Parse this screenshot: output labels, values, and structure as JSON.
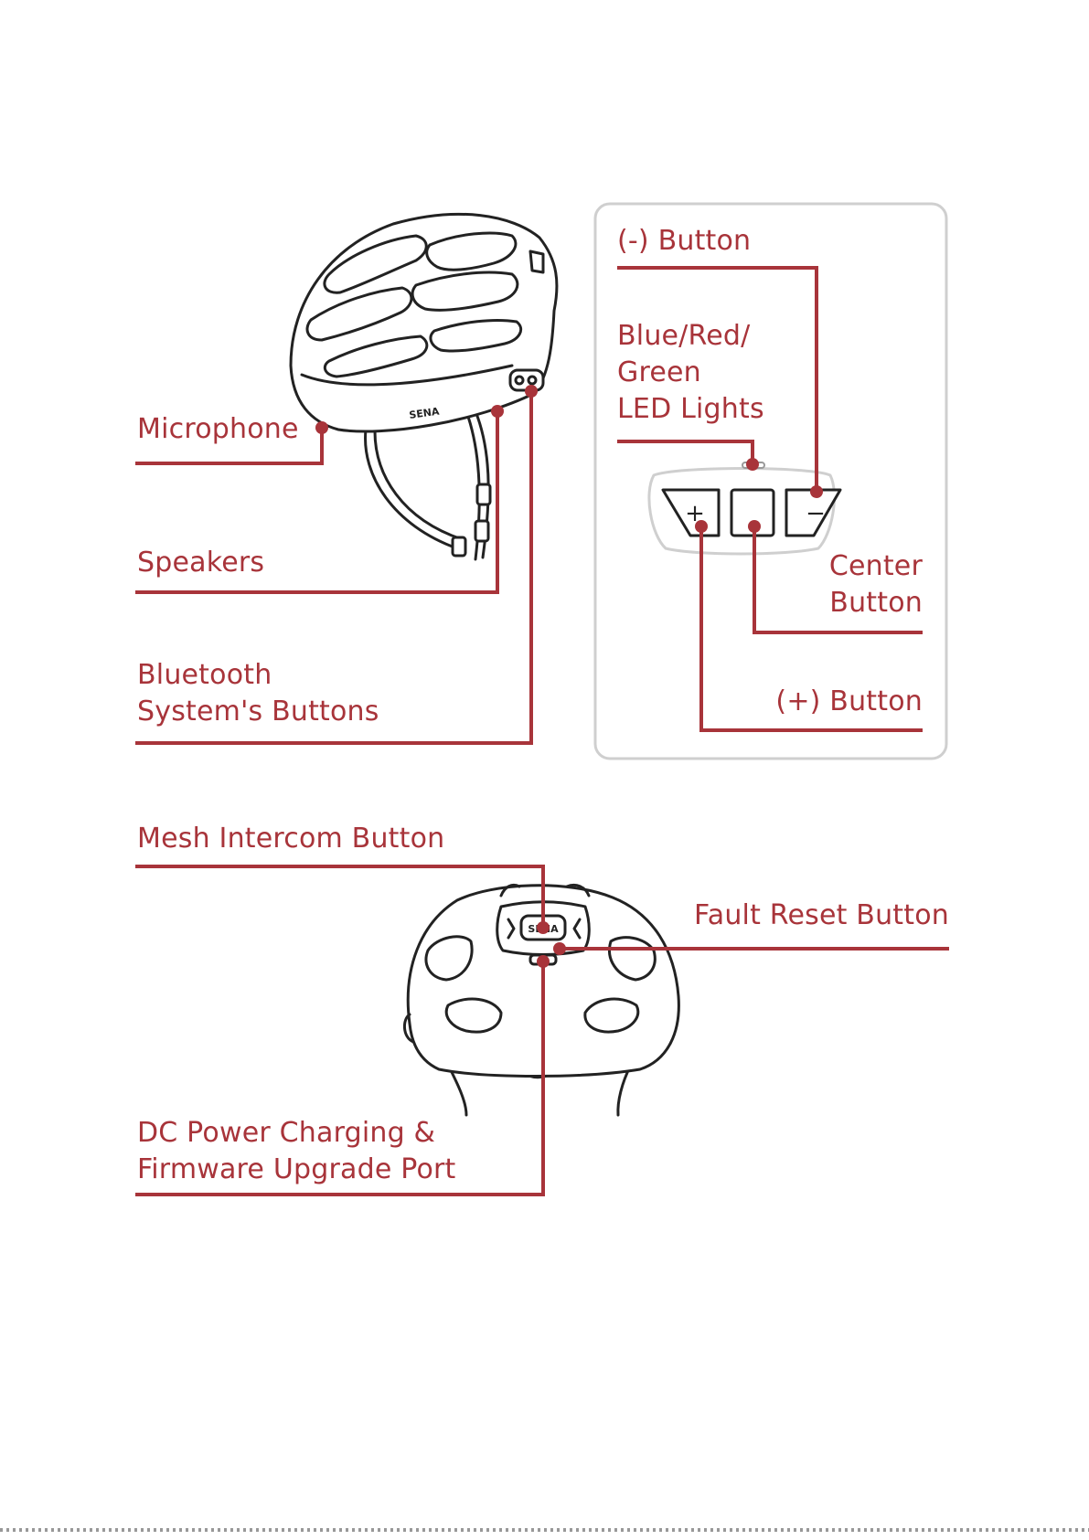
{
  "colors": {
    "accent": "#a8343a",
    "line_art": "#222222",
    "panel_border": "#c9c9c9"
  },
  "labels": {
    "microphone": "Microphone",
    "speakers": "Speakers",
    "bluetooth_buttons": [
      "Bluetooth",
      "System's Buttons"
    ],
    "minus_button": "(-) Button",
    "led_lights": [
      "Blue/Red/",
      "Green",
      "LED Lights"
    ],
    "center_button": [
      "Center",
      "Button"
    ],
    "plus_button": "(+) Button",
    "mesh_intercom_button": "Mesh Intercom Button",
    "fault_reset_button": "Fault Reset Button",
    "dc_power_port": [
      "DC Power Charging &",
      "Firmware Upgrade Port"
    ]
  },
  "device_text": {
    "brand": "SENA",
    "plus_glyph": "+",
    "minus_glyph": "−"
  }
}
